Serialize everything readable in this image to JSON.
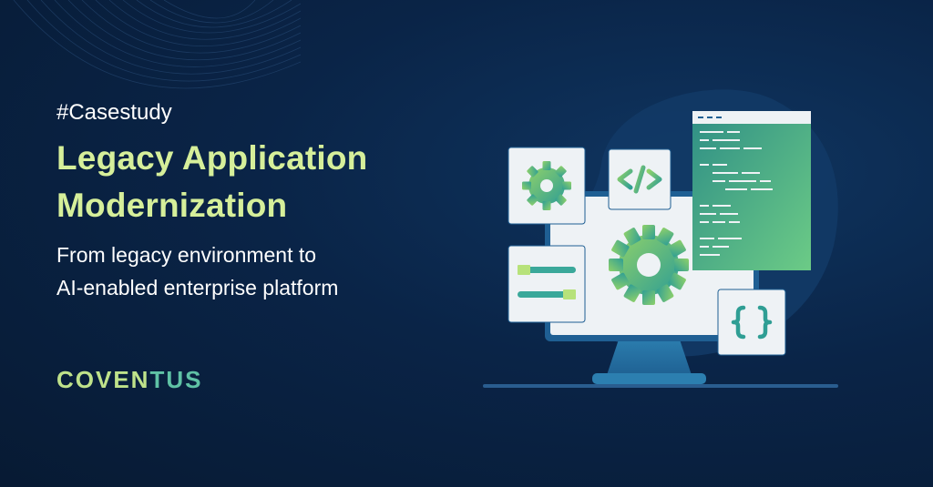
{
  "tag": "#Casestudy",
  "headline": [
    "Legacy Application",
    "Modernization"
  ],
  "subtitle": [
    "From legacy environment to",
    "AI-enabled enterprise platform"
  ],
  "logo": {
    "part1": "COVEN",
    "part2": "TUS"
  },
  "colors": {
    "background": "#0a2447",
    "headline": "#d6ef9a",
    "accent_green": "#8bcf6a",
    "accent_teal": "#3aa89a",
    "panel": "#eef2f5"
  },
  "icons": [
    "gear-icon",
    "code-icon",
    "sliders-icon",
    "curly-braces-icon",
    "code-window"
  ]
}
